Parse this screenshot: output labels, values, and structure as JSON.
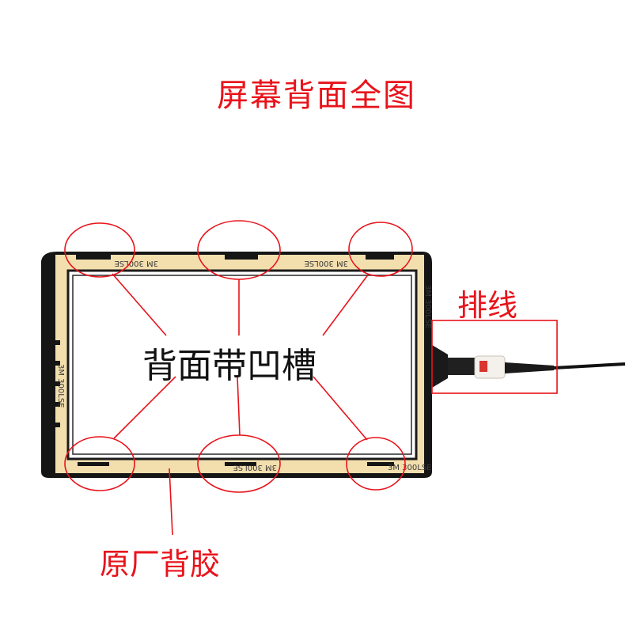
{
  "title": "屏幕背面全图",
  "labels": {
    "groove": "背面带凹槽",
    "cable": "排线",
    "adhesive": "原厂背胶"
  },
  "tape": {
    "print": "3M 300LSE"
  },
  "colors": {
    "annotation": "#e8131b",
    "frame": "#151515",
    "tape": "#f3dfae"
  }
}
